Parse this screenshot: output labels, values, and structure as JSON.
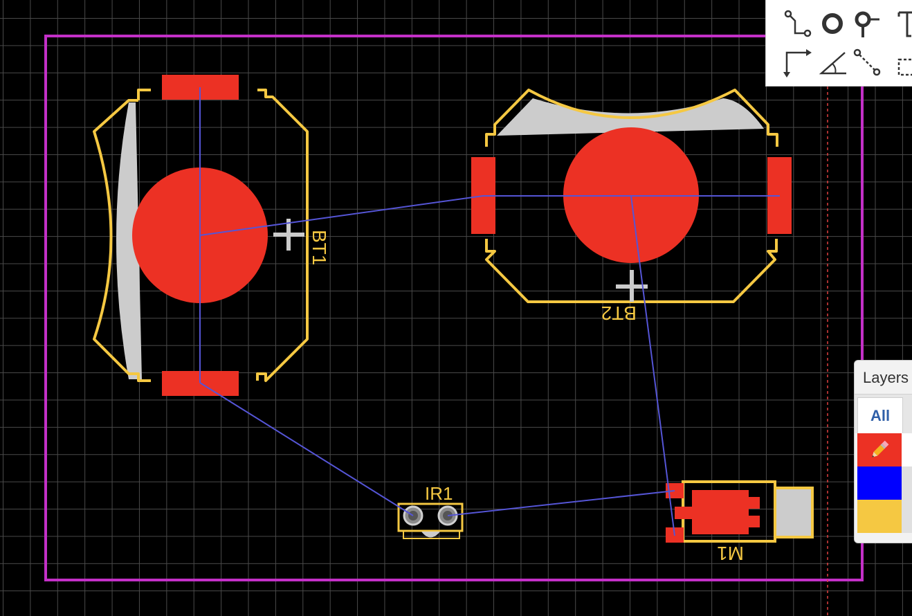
{
  "board": {
    "components": {
      "bt1": {
        "ref": "BT1"
      },
      "bt2": {
        "ref": "BT2"
      },
      "ir1": {
        "ref": "IR1"
      },
      "m1": {
        "ref": "M1"
      }
    }
  },
  "colors": {
    "background": "#000000",
    "grid": "#4a4a4a",
    "outline": "#c330c7",
    "copper": "#ec3124",
    "silkscreen": "#f5c842",
    "ratsnest": "#5555d6",
    "keepout": "#cccccc"
  },
  "toolbar": {
    "tools": [
      {
        "name": "route-tool-icon"
      },
      {
        "name": "via-tool-icon"
      },
      {
        "name": "probe-tool-icon"
      },
      {
        "name": "text-tool-icon"
      },
      {
        "name": "corner-route-icon"
      },
      {
        "name": "angle-tool-icon"
      },
      {
        "name": "connect-tool-icon"
      },
      {
        "name": "select-area-icon"
      }
    ]
  },
  "layers_panel": {
    "title": "Layers",
    "tab_all": "All",
    "layers": [
      {
        "color": "#ec3124",
        "icon": "pencil-icon"
      },
      {
        "color": "#0000ff"
      },
      {
        "color": "#f5c842"
      }
    ]
  }
}
